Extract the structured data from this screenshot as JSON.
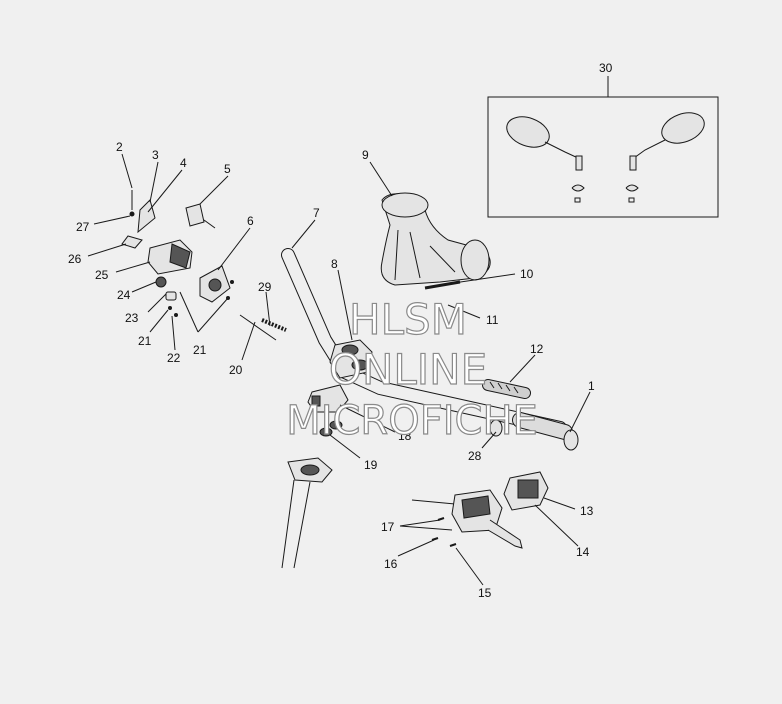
{
  "diagram": {
    "part_labels": [
      "1",
      "2",
      "3",
      "4",
      "5",
      "6",
      "7",
      "8",
      "9",
      "10",
      "11",
      "12",
      "13",
      "14",
      "15",
      "16",
      "17",
      "18",
      "19",
      "20",
      "21",
      "21",
      "22",
      "23",
      "24",
      "25",
      "26",
      "27",
      "28",
      "29",
      "30"
    ],
    "watermark": {
      "line1": "HLSM",
      "line2": "ONLINE",
      "line3": "MICROFICHE"
    }
  }
}
